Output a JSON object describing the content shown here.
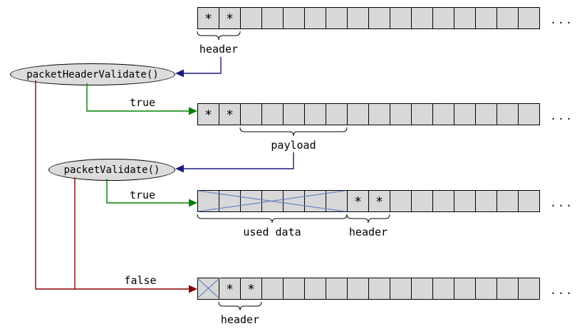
{
  "colors": {
    "cell_fill": "#d8d8d8",
    "cell_border": "#000000",
    "ellipse_fill": "#dcdcdc",
    "navy": "#1a1a80",
    "green": "#008000",
    "dark_red": "#8b0000",
    "cross_blue": "#6b87c4"
  },
  "functions": {
    "packet_header_validate": "packetHeaderValidate()",
    "packet_validate": "packetValidate()"
  },
  "labels": {
    "star": "*",
    "ellipsis": "...",
    "row1_brace": "header",
    "row2_brace": "payload",
    "row3_brace_left": "used data",
    "row3_brace_right": "header",
    "row4_brace": "header",
    "true_top": "true",
    "true_bottom": "true",
    "false": "false"
  },
  "rows": [
    {
      "name": "incoming-buffer",
      "cells": 16,
      "stars": [
        0,
        1
      ]
    },
    {
      "name": "header-validated-buffer",
      "cells": 16,
      "stars": [
        0,
        1
      ]
    },
    {
      "name": "packet-validated-buffer",
      "cells": 16,
      "stars": [
        7,
        8
      ]
    },
    {
      "name": "validation-failed-buffer",
      "cells": 16,
      "stars": [
        1,
        2
      ]
    }
  ]
}
